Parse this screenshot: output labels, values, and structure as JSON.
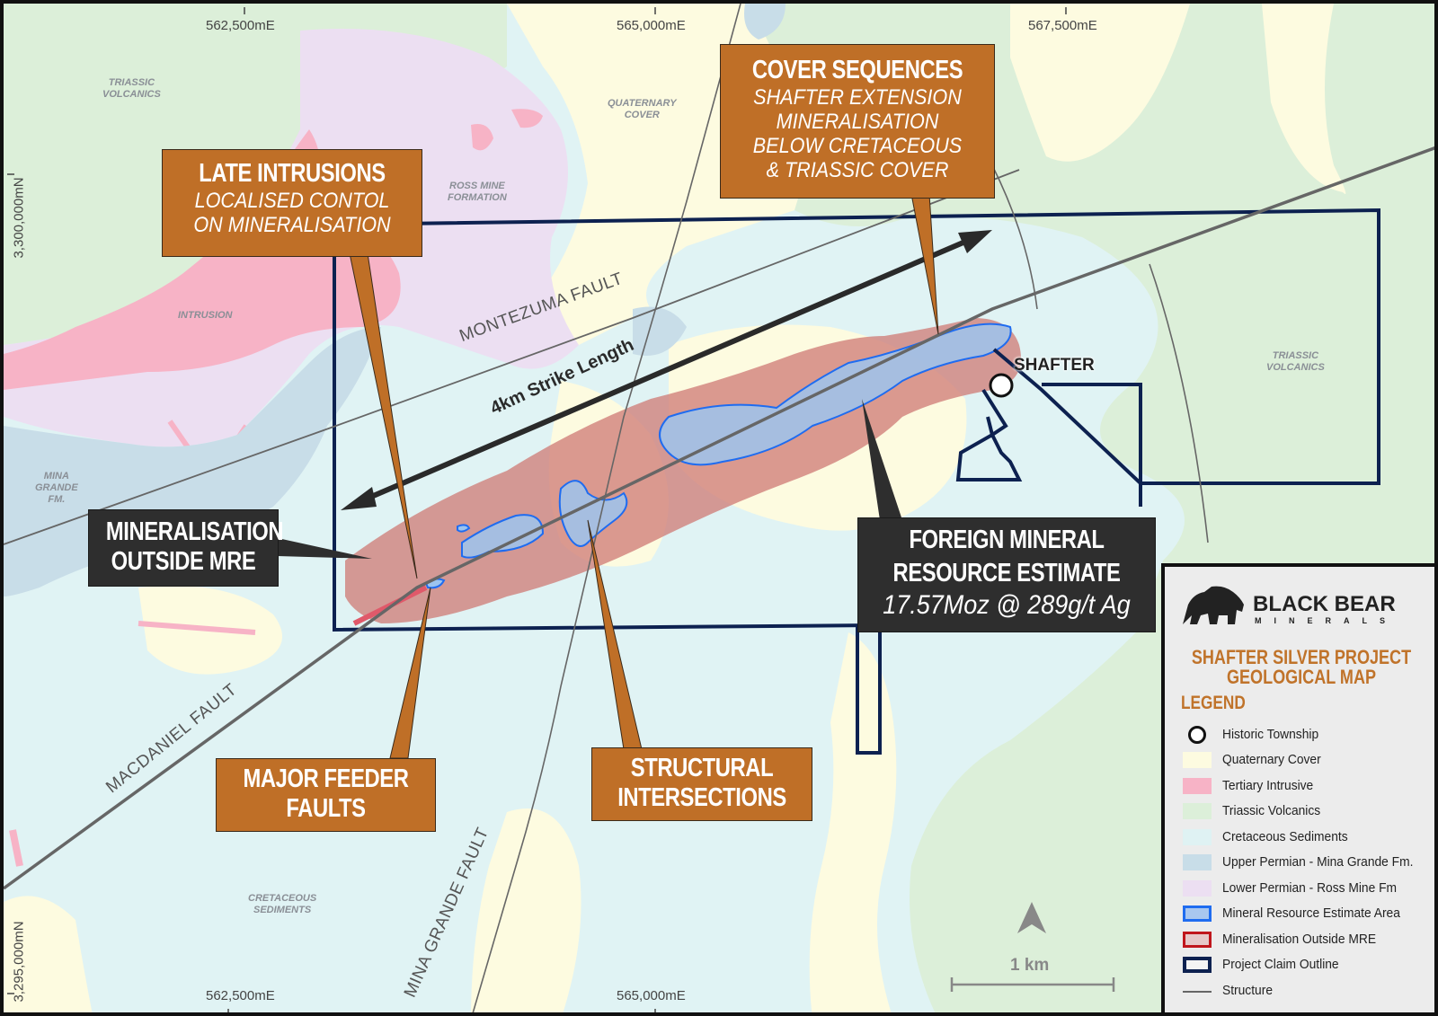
{
  "map": {
    "title": "Shafter Silver Project Geological Map",
    "grid": {
      "easting_top": [
        "562,500mE",
        "565,000mE",
        "567,500mE"
      ],
      "easting_bottom": [
        "562,500mE",
        "565,000mE"
      ],
      "northing": [
        "3,300,000mN",
        "3,295,000mN"
      ]
    },
    "geology_labels": {
      "triassic_volcanics_nw": "TRIASSIC\nVOLCANICS",
      "quaternary_cover": "QUATERNARY\nCOVER",
      "ross_mine": "ROSS MINE\nFORMATION",
      "intrusion": "INTRUSION",
      "mina_grande": "MINA\nGRANDE\nFM.",
      "triassic_volcanics_e": "TRIASSIC\nVOLCANICS",
      "cretaceous": "CRETACEOUS\nSEDIMENTS"
    },
    "faults": {
      "montezuma": "MONTEZUMA FAULT",
      "macdaniel": "MACDANIEL FAULT",
      "mina_grande": "MINA GRANDE FAULT"
    },
    "strike_label": "4km Strike Length",
    "township": "SHAFTER",
    "scale_bar": "1 km",
    "north_arrow": "north-arrow"
  },
  "callouts": {
    "late_intrusions": {
      "title": "LATE INTRUSIONS",
      "sub1": "LOCALISED CONTOL",
      "sub2": "ON MINERALISATION"
    },
    "cover_sequences": {
      "title": "COVER SEQUENCES",
      "sub1": "SHAFTER EXTENSION",
      "sub2": "MINERALISATION",
      "sub3": "BELOW CRETACEOUS",
      "sub4": "& TRIASSIC COVER"
    },
    "mineralisation_outside": {
      "line1": "MINERALISATION",
      "line2": "OUTSIDE MRE"
    },
    "foreign_mre": {
      "line1": "FOREIGN MINERAL",
      "line2": "RESOURCE ESTIMATE",
      "value": "17.57Moz @ 289g/t Ag"
    },
    "major_feeder": {
      "line1": "MAJOR FEEDER",
      "line2": "FAULTS"
    },
    "structural": {
      "line1": "STRUCTURAL",
      "line2": "INTERSECTIONS"
    }
  },
  "legend": {
    "brand": "BLACK BEAR",
    "brand_sub": "MINERALS",
    "project_title_1": "SHAFTER SILVER PROJECT",
    "project_title_2": "GEOLOGICAL MAP",
    "heading": "LEGEND",
    "items": [
      {
        "label": "Historic Township",
        "type": "circle"
      },
      {
        "label": "Quaternary Cover",
        "color": "#fdfbe0"
      },
      {
        "label": "Tertiary Intrusive",
        "color": "#f7b3c6"
      },
      {
        "label": "Triassic Volcanics",
        "color": "#dcefd9"
      },
      {
        "label": "Cretaceous Sediments",
        "color": "#dff2f3"
      },
      {
        "label": "Upper Permian - Mina Grande Fm.",
        "color": "#c8dde8"
      },
      {
        "label": "Lower Permian - Ross Mine Fm",
        "color": "#ecdff2"
      },
      {
        "label": "Mineral Resource Estimate Area",
        "color": "#a9c7ef",
        "border": "#1f6cf0"
      },
      {
        "label": "Mineralisation Outside MRE",
        "color": "#e6c9c9",
        "border": "#c0161c"
      },
      {
        "label": "Project Claim Outline",
        "color": "#f4f4f4",
        "border": "#0d2150"
      },
      {
        "label": "Structure",
        "type": "line"
      }
    ]
  },
  "colors": {
    "callout_orange": "#bf6f27",
    "callout_dark": "#2e2e2e",
    "claim_outline": "#0d2150",
    "mre_fill": "#9cc4ef",
    "mre_stroke": "#1f6cf0",
    "mineralisation": "#cf7d78",
    "structure": "#666666"
  }
}
